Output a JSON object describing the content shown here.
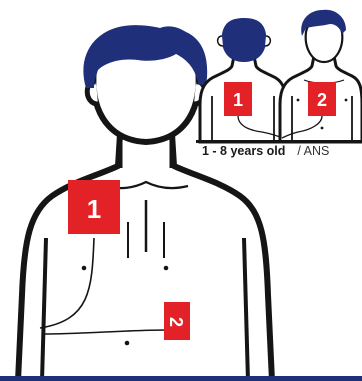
{
  "colors": {
    "hair": "#1f2f7a",
    "outline": "#151515",
    "skin": "#ffffff",
    "pad": "#e32228",
    "pad_text": "#ffffff",
    "wire": "#151515",
    "base_line": "#1f2f7a"
  },
  "adult": {
    "pad1_label": "1",
    "pad2_label": "2"
  },
  "child": {
    "back_pad_label": "1",
    "front_pad_label": "2",
    "age_label": "1 - 8 years old",
    "age_sublabel": "/ ANS"
  }
}
